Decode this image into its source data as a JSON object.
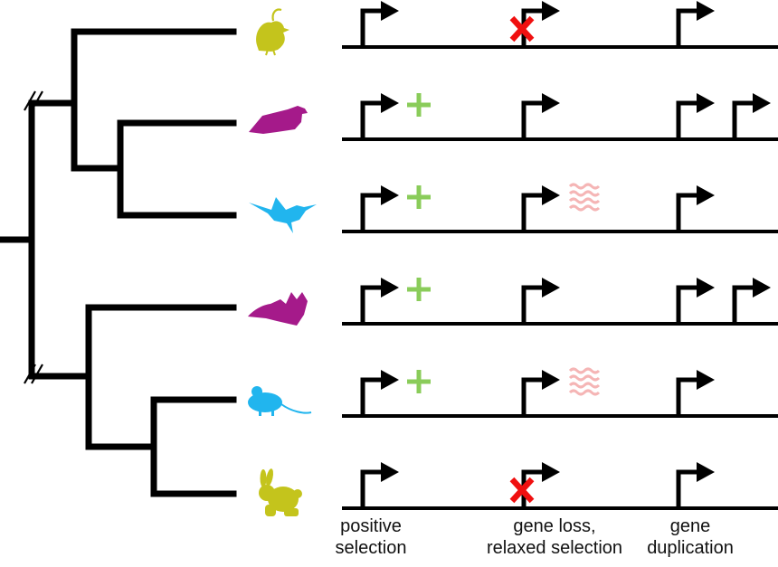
{
  "colors": {
    "line": "#000000",
    "olive": "#c4c41c",
    "magenta": "#a51a8a",
    "cyan": "#21b5ee",
    "plus_green": "#8acc5a",
    "cross_red": "#f01010",
    "wave_pink": "#f5b5b5"
  },
  "species": [
    {
      "icon": "quail-icon",
      "color": "olive"
    },
    {
      "icon": "nightjar-icon",
      "color": "magenta"
    },
    {
      "icon": "hummingbird-icon",
      "color": "cyan"
    },
    {
      "icon": "bat-icon",
      "color": "magenta"
    },
    {
      "icon": "mouse-icon",
      "color": "cyan"
    },
    {
      "icon": "rabbit-icon",
      "color": "olive"
    }
  ],
  "rows": [
    {
      "positive_selection": false,
      "gene_loss": true,
      "relaxed_selection": false,
      "duplication": false
    },
    {
      "positive_selection": true,
      "gene_loss": false,
      "relaxed_selection": false,
      "duplication": true
    },
    {
      "positive_selection": true,
      "gene_loss": false,
      "relaxed_selection": true,
      "duplication": false
    },
    {
      "positive_selection": true,
      "gene_loss": false,
      "relaxed_selection": false,
      "duplication": true
    },
    {
      "positive_selection": true,
      "gene_loss": false,
      "relaxed_selection": true,
      "duplication": false
    },
    {
      "positive_selection": false,
      "gene_loss": true,
      "relaxed_selection": false,
      "duplication": false
    }
  ],
  "captions": {
    "positive": [
      "positive",
      "selection"
    ],
    "loss": [
      "gene loss,",
      "relaxed selection"
    ],
    "duplication": [
      "gene",
      "duplication"
    ]
  }
}
